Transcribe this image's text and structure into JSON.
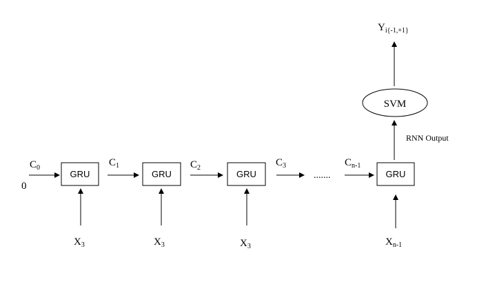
{
  "initial_state": "0",
  "gru_label": "GRU",
  "svm_label": "SVM",
  "rnn_output_label": "RNN Output",
  "ellipsis": ".......",
  "states": [
    {
      "base": "C",
      "sub": "0"
    },
    {
      "base": "C",
      "sub": "1"
    },
    {
      "base": "C",
      "sub": "2"
    },
    {
      "base": "C",
      "sub": "3"
    },
    {
      "base": "C",
      "sub": "n-1"
    }
  ],
  "inputs": [
    {
      "base": "X",
      "sub": "3"
    },
    {
      "base": "X",
      "sub": "3"
    },
    {
      "base": "X",
      "sub": "3"
    },
    {
      "base": "X",
      "sub": "n-1"
    }
  ],
  "output": {
    "base": "Y",
    "sub": "i{-1,+1}"
  }
}
